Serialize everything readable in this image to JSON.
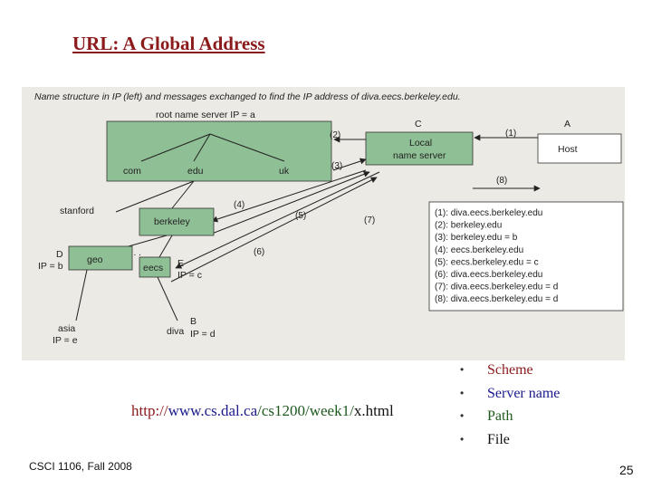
{
  "slide": {
    "title": "URL: A Global Address",
    "footer": "CSCI 1106, Fall 2008",
    "page_number": "25"
  },
  "figure": {
    "caption": "Name structure in IP (left) and messages exchanged to find the IP address of diva.eecs.berkeley.edu.",
    "root_label": "root name server IP = a",
    "c_label": "C",
    "a_label": "A",
    "tld": [
      "com",
      "edu",
      "uk"
    ],
    "local_ns_line1": "Local",
    "local_ns_line2": "name server",
    "host": "Host",
    "stanford": "stanford",
    "berkeley": "berkeley",
    "geo": "geo",
    "eecs": "eecs",
    "d_label": "D",
    "d_ip": "IP = b",
    "e_label": "E",
    "e_ip": "IP = c",
    "asia": "asia",
    "asia_ip": "IP = e",
    "b_label": "B",
    "diva": "diva",
    "diva_ip": "IP = d",
    "ellipsis": ". . .",
    "msg": [
      "(1)",
      "(2)",
      "(3)",
      "(4)",
      "(5)",
      "(6)",
      "(7)",
      "(8)"
    ],
    "legend": [
      "(1):  diva.eecs.berkeley.edu",
      "(2):  berkeley.edu",
      "(3):  berkeley.edu = b",
      "(4):  eecs.berkeley.edu",
      "(5):  eecs.berkeley.edu = c",
      "(6):  diva.eecs.berkeley.edu",
      "(7):  diva.eecs.berkeley.edu = d",
      "(8):  diva.eecs.berkeley.edu = d"
    ],
    "colors": {
      "box_fill": "#8fbf94",
      "background": "#eceae4",
      "line": "#222222"
    }
  },
  "url": {
    "scheme": "http://",
    "server": "www.cs.dal.ca",
    "path": "/cs1200/week1/",
    "file": "x.html"
  },
  "bullets": [
    {
      "marker": "•",
      "text": "Scheme",
      "color": "#8b1a1a"
    },
    {
      "marker": "•",
      "text": "Server name",
      "color": "#1a1a8b"
    },
    {
      "marker": "•",
      "text": "Path",
      "color": "#1e5a1e"
    },
    {
      "marker": "•",
      "text": "File",
      "color": "#111111"
    }
  ]
}
